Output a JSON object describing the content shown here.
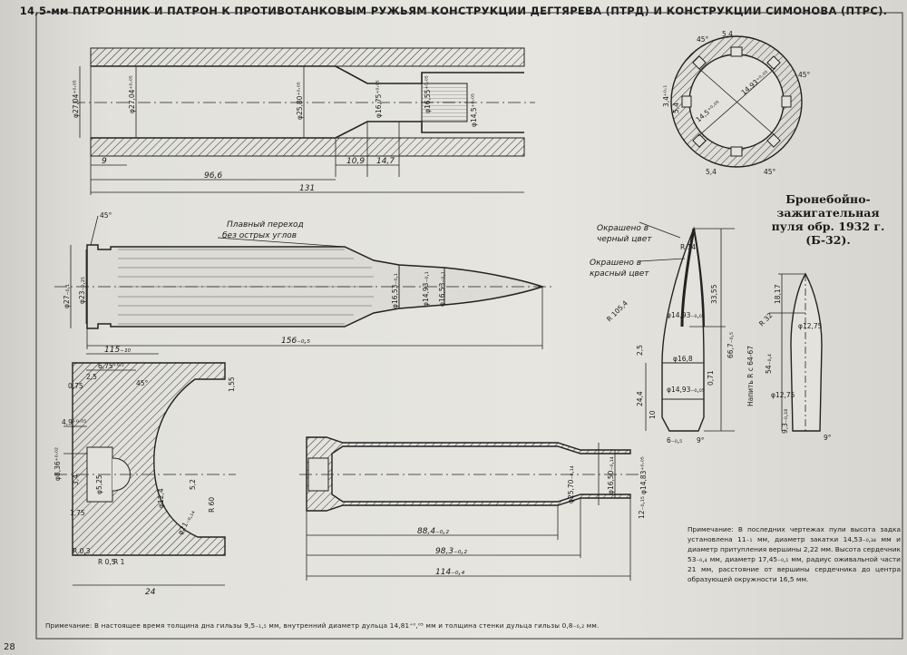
{
  "title": "14,5-мм ПАТРОННИК И ПАТРОН К ПРОТИВОТАНКОВЫМ РУЖЬЯМ КОНСТРУКЦИИ ДЕГТЯРЕВА (ПТРД) И КОНСТРУКЦИИ СИМОНОВА (ПТРС).",
  "caption": "Бронебойно-зажигательная пуля обр. 1932 г. (Б-32).",
  "note_right": "Примечание: В последних чертежах пули высота задка установлена 11₋₁ мм, диаметр закатки 14,53₋₀,₃₄ мм и диаметр притупления вершины 2,22 мм. Высота сердечник 53₋₀,₄ мм, диаметр 17,45₋₀,₁ мм, радиус оживальной части 21 мм, расстояние от вершины сердечника до центра образующей окружности 16,5 мм.",
  "note_bottom": "Примечание: В настоящее время толщина дна гильзы 9,5₋₁,₅ мм, внутренний диаметр дульца 14,81⁺⁰,⁰⁵ мм и толщина стенки дульца гильзы 0,8₋₀,₂ мм.",
  "page_number": "28",
  "chamber": {
    "d1": "φ27,04⁺⁰·⁰⁵",
    "d2": "φ27,04⁺⁰·⁰⁵",
    "d3": "φ25,80⁺⁰·⁰⁵",
    "d4": "φ16,75⁺⁰·⁰⁵",
    "d5": "φ16,55⁺⁰·⁰⁵",
    "d6": "φ14,5⁺⁰·⁰⁵",
    "l1": "9",
    "l2": "96,6",
    "l3": "10,9",
    "l4": "14,7",
    "l5": "131"
  },
  "cartridge": {
    "note": "Плавный переход без острых углов",
    "angle": "45°",
    "d1": "φ27₋₀,₁",
    "d2": "φ23₋₀,₂₅",
    "d3": "φ16,53₋₀,₁",
    "d4": "φ14,93₋₀,₁",
    "d5": "φ16,53₋₀,₁",
    "length": "156₋₀,₅"
  },
  "base": {
    "l1": "115₋₁₀",
    "l2": "6,75⁺⁰·²",
    "l3": "2,5",
    "l4": "0,75",
    "l5": "4,9⁺⁰·⁰⁵",
    "angle": "45°",
    "r1": "1,55",
    "d1": "φ8,36⁺⁰·⁰²",
    "d2": "3,4",
    "d3": "φ5,25",
    "d4": "1,75",
    "d5": "φ12,4",
    "d6": "φ21₋₀,₁₄",
    "d7": "5,2",
    "r2": "R 60",
    "r3": "R 0,3",
    "r4": "R 0,5",
    "r5": "R 1",
    "l6": "24"
  },
  "case": {
    "d1": "φ25,70₋₀,₁₄",
    "d2": "φ16,50₋₀,₁₄",
    "d3": "φ14,83⁺⁰·⁰⁵",
    "l1": "88,4₋₀,₂",
    "l2": "98,3₋₀,₂",
    "l3": "114₋₀,₄",
    "l4": "12₋₀,₁₅"
  },
  "rifling": {
    "d1": "14,93⁺⁰·⁰⁵",
    "d2": "14,5⁺⁰·⁰⁵",
    "w1": "5,4",
    "w2": "3,4⁺⁰·¹",
    "a1": "45°",
    "a2": "5,4",
    "a3": "45°",
    "a4": "45°",
    "a5": "5,4"
  },
  "bullet": {
    "c1": "Окрашено в черный цвет",
    "c2": "Окрашено в красный цвет",
    "r1": "R 14",
    "r2": "R 105,4",
    "d1": "φ14,93₋₀,₀₅",
    "d2": "φ14,93₋₀,₀₅",
    "d3": "φ16,8",
    "h1": "33,55",
    "h2": "66,7₋₀,₅",
    "h3": "2,5",
    "h4": "24,4",
    "h5": "10",
    "l1": "0,71",
    "l2": "6₋₀,₅",
    "a1": "9°"
  },
  "core": {
    "h1": "18,17",
    "r1": "R 32",
    "d1": "φ12,75",
    "d2": "φ12,75",
    "l1": "54₋₀,₄",
    "mat": "Напить R с 64-67",
    "l2": "9,3₋₀,₁₈",
    "a1": "9°"
  }
}
